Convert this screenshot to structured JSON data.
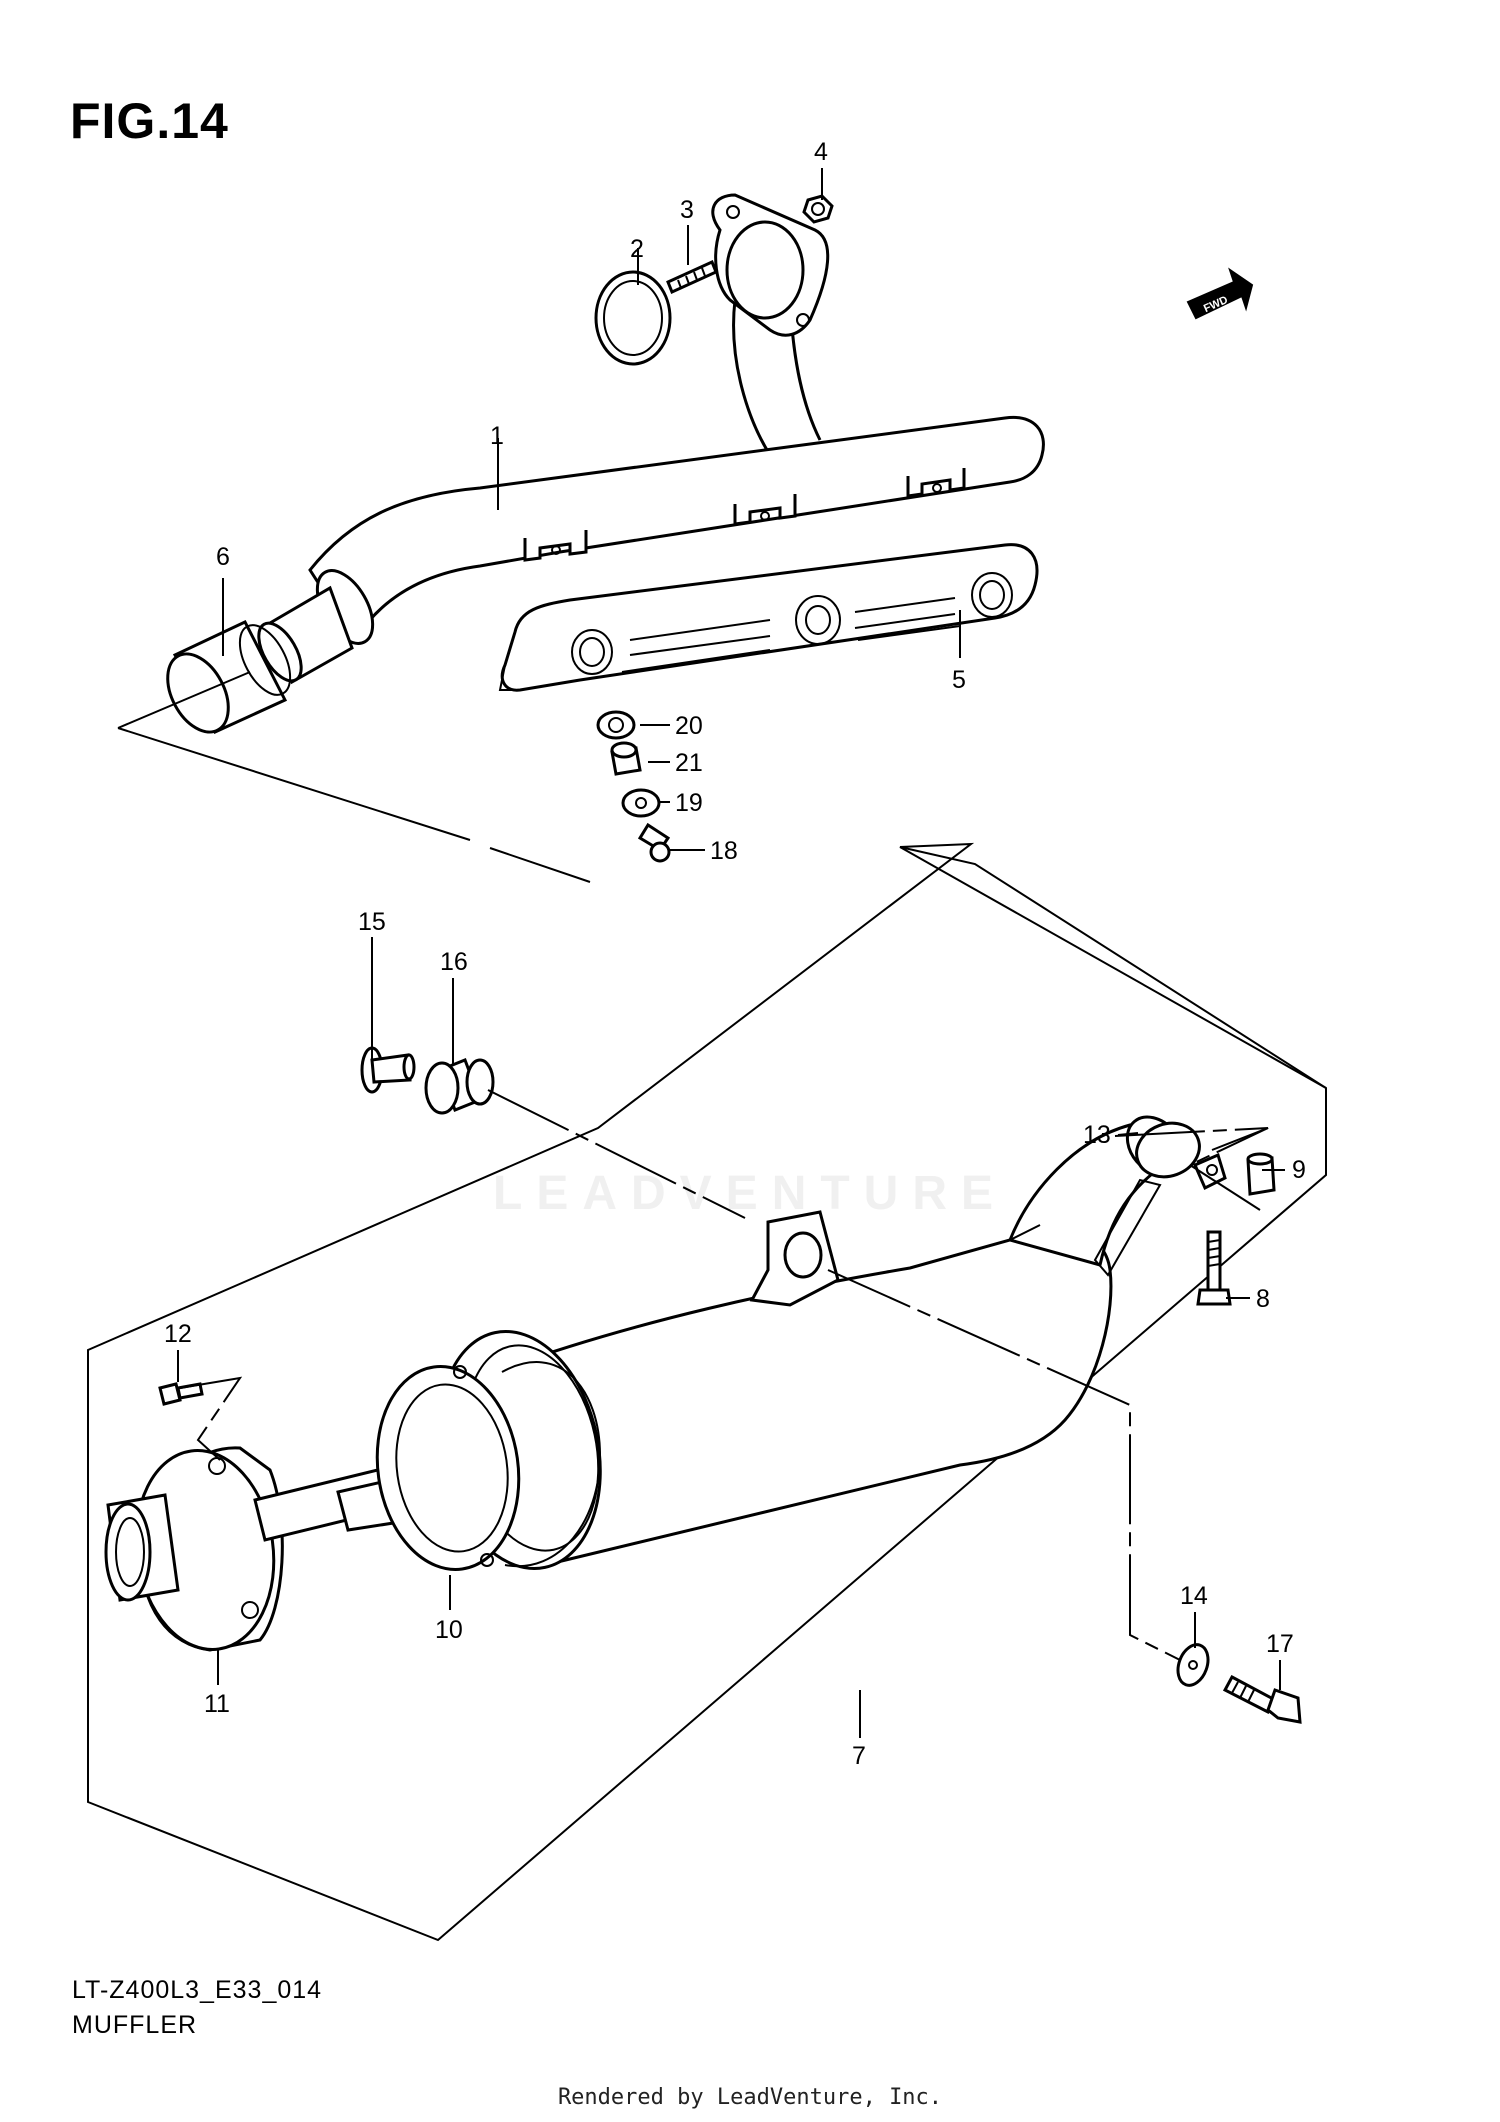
{
  "figure": {
    "title": "FIG.14",
    "drawing_code": "LT-Z400L3_E33_014",
    "name": "MUFFLER",
    "direction_arrow_label": "FWD"
  },
  "footer": "Rendered by LeadVenture, Inc.",
  "watermark": "LEADVENTURE",
  "callouts": [
    "1",
    "2",
    "3",
    "4",
    "5",
    "6",
    "7",
    "8",
    "9",
    "10",
    "11",
    "12",
    "13",
    "14",
    "15",
    "16",
    "17",
    "18",
    "19",
    "20",
    "21"
  ]
}
